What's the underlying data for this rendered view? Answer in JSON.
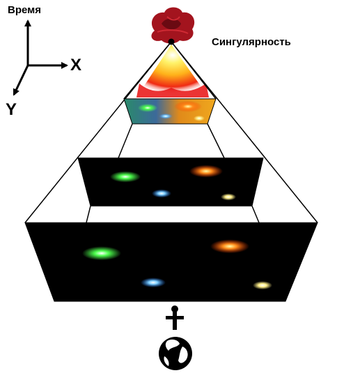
{
  "labels": {
    "time_axis": "Время",
    "x_axis": "X",
    "y_axis": "Y",
    "singularity": "Сингулярность"
  },
  "icons": {
    "singularity": "red-rose-cloud-icon",
    "observer": "stick-figure-icon",
    "earth": "globe-icon"
  },
  "colors": {
    "outline": "#000000",
    "slice_fill": "#000000",
    "singularity_red": "#a3141e",
    "glow_yellow": "#ffd21e",
    "glow_red": "#e81010"
  },
  "galaxy_colors": {
    "green": "#4dff4d",
    "orange": "#ff8c1a",
    "blue": "#7fd0ff",
    "yellow": "#ffef8a"
  }
}
